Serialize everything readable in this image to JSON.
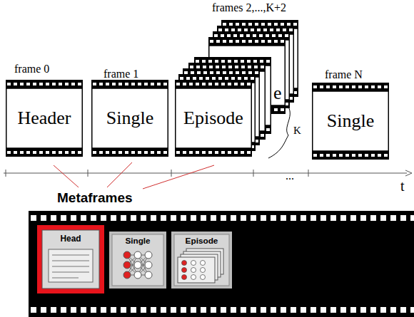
{
  "diagram": {
    "nodes": [
      {
        "text": [
          "frame 0",
          "Header"
        ]
      },
      {
        "text": [
          "frame 1",
          "Single"
        ]
      },
      {
        "text": [
          "frames 2,...,K+2",
          "Episode"
        ]
      },
      {
        "text": [
          "frame N",
          "Single"
        ]
      },
      {
        "text": [
          "Head"
        ]
      },
      {
        "text": [
          "Single"
        ]
      },
      {
        "text": [
          "Episode"
        ]
      }
    ],
    "labels": [
      "e",
      "K",
      "...",
      "t",
      "Metaframes"
    ]
  }
}
